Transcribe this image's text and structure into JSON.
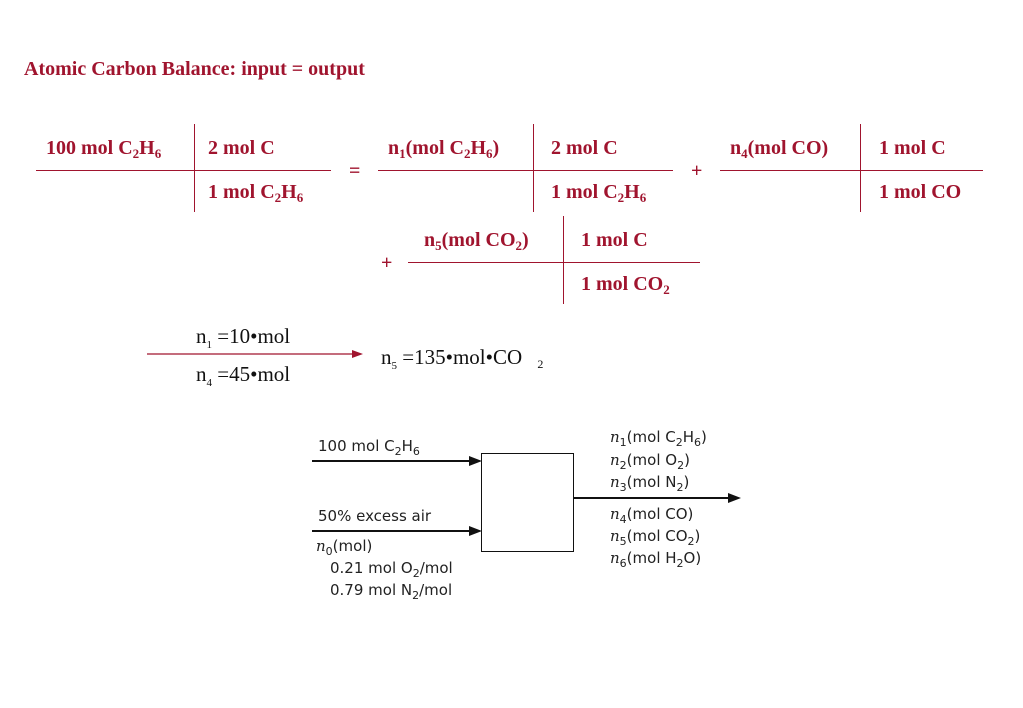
{
  "title": "Atomic Carbon Balance: input = output",
  "balance": {
    "row1": {
      "input_num": {
        "pre": "100 mol C",
        "s1": "2",
        "mid": "H",
        "s2": "6"
      },
      "input_factor_num": "2 mol C",
      "input_factor_den": {
        "pre": "1 mol C",
        "s1": "2",
        "mid": "H",
        "s2": "6"
      },
      "equals": "=",
      "term1_num": {
        "pre": "n",
        "s0": "1",
        "a": "(mol C",
        "s1": "2",
        "mid": "H",
        "s2": "6",
        "end": ")"
      },
      "term1_factor_num": "2 mol C",
      "term1_factor_den": {
        "pre": "1 mol C",
        "s1": "2",
        "mid": "H",
        "s2": "6"
      },
      "plus1": "+",
      "term2_num": {
        "pre": "n",
        "s0": "4",
        "a": "(mol CO)"
      },
      "term2_factor_num": "1 mol C",
      "term2_factor_den": "1 mol CO"
    },
    "row2": {
      "plus2": "+",
      "term3_num": {
        "pre": "n",
        "s0": "5",
        "a": "(mol CO",
        "s1": "2",
        "end": ")"
      },
      "term3_factor_num": "1 mol C",
      "term3_factor_den": {
        "pre": "1 mol CO",
        "s1": "2"
      }
    }
  },
  "solution": {
    "n1": {
      "var": "n",
      "sub": "1",
      "rest": "=10•mol"
    },
    "n4": {
      "var": "n",
      "sub": "4",
      "rest": "=45•mol"
    },
    "n5": {
      "var": "n",
      "sub": "5",
      "rest": "=135•mol•CO",
      "tail_sub": "2"
    }
  },
  "diagram": {
    "feed1": {
      "a": "100 mol C",
      "s1": "2",
      "b": "H",
      "s2": "6"
    },
    "feed2": "50% excess air",
    "feed2_n0": {
      "var": "n",
      "sub": "0",
      "rest": "(mol)"
    },
    "feed2_o2": {
      "a": "0.21 mol O",
      "s": "2",
      "b": "/mol"
    },
    "feed2_n2": {
      "a": "0.79 mol N",
      "s": "2",
      "b": "/mol"
    },
    "out": [
      {
        "var": "n",
        "sub": "1",
        "a": "(mol C",
        "s1": "2",
        "b": "H",
        "s2": "6",
        "c": ")"
      },
      {
        "var": "n",
        "sub": "2",
        "a": "(mol O",
        "s1": "2",
        "c": ")"
      },
      {
        "var": "n",
        "sub": "3",
        "a": "(mol N",
        "s1": "2",
        "c": ")"
      },
      {
        "var": "n",
        "sub": "4",
        "a": "(mol CO)"
      },
      {
        "var": "n",
        "sub": "5",
        "a": "(mol CO",
        "s1": "2",
        "c": ")"
      },
      {
        "var": "n",
        "sub": "6",
        "a": "(mol H",
        "s1": "2",
        "b": "O)"
      }
    ]
  },
  "colors": {
    "accent": "#A0142E",
    "text": "#111111"
  }
}
